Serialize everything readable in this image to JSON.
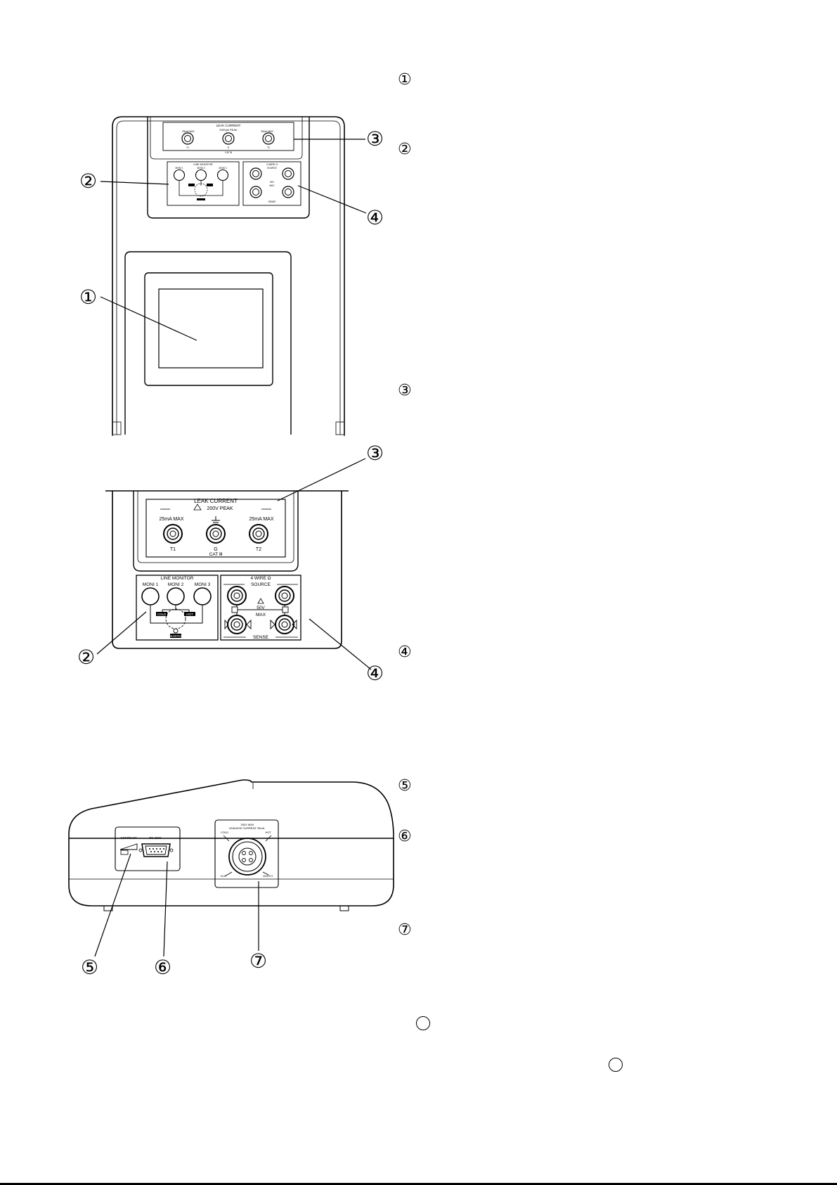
{
  "callouts": {
    "c1": "①",
    "c2": "②",
    "c3": "③",
    "c4": "④",
    "c5": "⑤",
    "c6": "⑥",
    "c7": "⑦"
  },
  "front_view": {
    "leak_current_title": "LEAK CURRENT",
    "peak_warning": "200Vpk PEAK",
    "t1_rating": "25mA MAX",
    "t2_rating": "25mA MAX",
    "t1_label": "T1",
    "g_label": "G",
    "t2_label": "T2",
    "cat_label": "CAT Ⅲ",
    "line_monitor_title": "LINE MONITOR",
    "moni1": "MONI 1",
    "moni2": "MONI 2",
    "moni3": "MONI 3",
    "four_wire_title": "4 WIRE Ω",
    "source_label": "SOURCE",
    "sense_label": "SENSE",
    "volt_max_line1": "50V",
    "volt_max_line2": "MAX"
  },
  "detail_view": {
    "leak_current_title": "LEAK CURRENT",
    "peak_warning": "200V PEAK",
    "t1_rating": "25mA MAX",
    "t2_rating": "25mA MAX",
    "t1_label": "T1",
    "g_label": "G",
    "t2_label": "T2",
    "cat_label": "CAT Ⅲ",
    "line_monitor_title": "LINE MONITOR",
    "moni1": "MONI 1",
    "moni2": "MONI 2",
    "moni3": "MONI 3",
    "cold_tag": "COLD",
    "hot_tag": "HOT",
    "earth_tag": "EARTH",
    "four_wire_title": "4  WIRE   Ω",
    "source_label": "SOURCE",
    "sense_label": "SENSE",
    "volt_max_line1": "50V",
    "volt_max_line2": "MAX"
  },
  "side_view": {
    "contrast_label": "CONTRAST",
    "rs232c_label": "RS-232C",
    "power_warning": "250V MAX",
    "leakage_label": "LEAKAGE CURRENT 25mA",
    "cold_label": "COLD",
    "hot_label": "HOT",
    "nc_label": "N.C.",
    "earth_label": "EARTH"
  }
}
